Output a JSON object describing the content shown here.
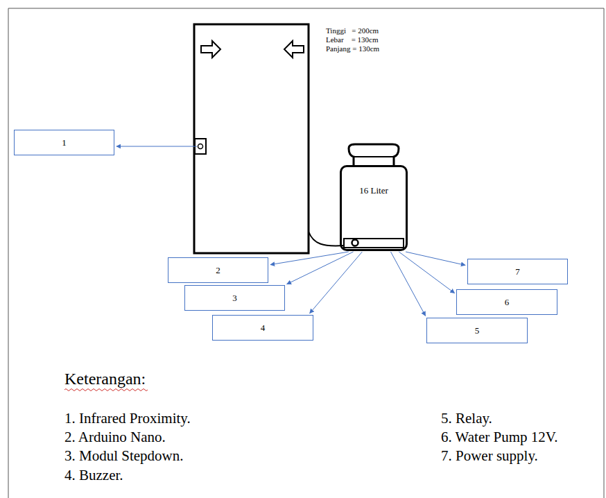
{
  "diagram": {
    "nodes": [
      {
        "text": [
          "1"
        ]
      },
      {
        "text": [
          "16 Liter"
        ]
      },
      {
        "text": [
          "2"
        ]
      },
      {
        "text": [
          "7"
        ]
      },
      {
        "text": [
          "3"
        ]
      },
      {
        "text": [
          "6"
        ]
      },
      {
        "text": [
          "4"
        ]
      },
      {
        "text": [
          "5"
        ]
      }
    ],
    "edges": [
      {
        "from": 1,
        "to": 2,
        "arrow": "to"
      },
      {
        "from": 1,
        "to": 3,
        "arrow": "to"
      },
      {
        "from": 1,
        "to": 4,
        "arrow": "to"
      },
      {
        "from": 1,
        "to": 5,
        "arrow": "to"
      },
      {
        "from": 1,
        "to": 6,
        "arrow": "to"
      },
      {
        "from": 1,
        "to": 7,
        "arrow": "to"
      }
    ],
    "labels": [
      "Tinggi   = 200cm",
      "Lebar    = 130cm",
      "Panjang = 130cm",
      "Keterangan:",
      "1. Infrared Proximity.",
      "2. Arduino Nano.",
      "3. Modul Stepdown.",
      "4. Buzzer.",
      "5. Relay.",
      "6. Water Pump 12V.",
      "7. Power supply."
    ]
  }
}
